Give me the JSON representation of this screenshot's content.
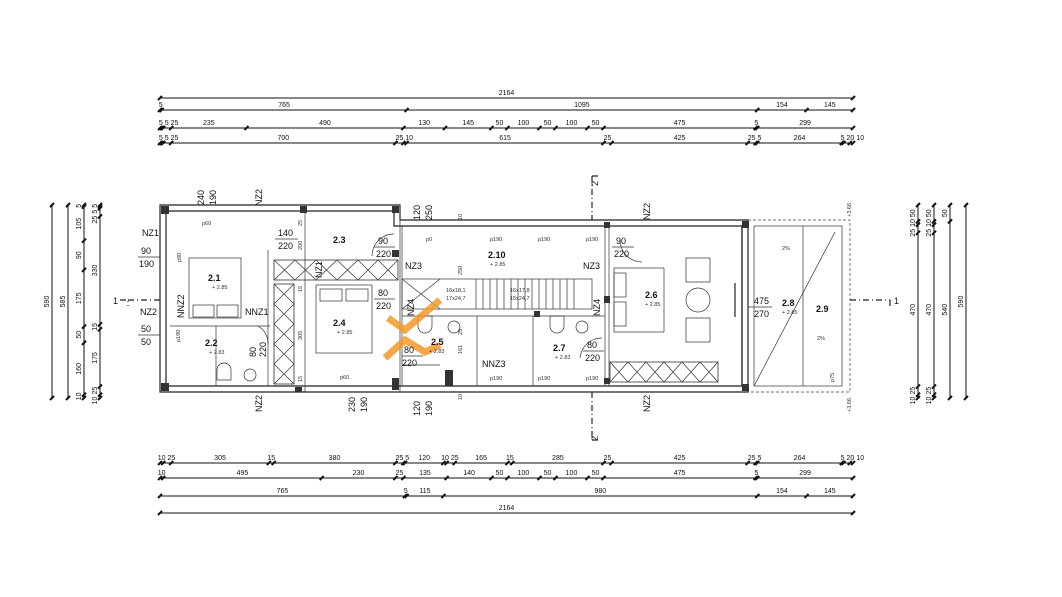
{
  "dimensions": {
    "top": [
      [
        5,
        5,
        25,
        700,
        25,
        10,
        615,
        25,
        425,
        25,
        5,
        264,
        5,
        20,
        10
      ],
      [
        5,
        5,
        25,
        235,
        490,
        130,
        145,
        50,
        100,
        50,
        100,
        50,
        475,
        5,
        299
      ],
      [
        5,
        765,
        1095,
        154,
        145
      ],
      [
        2164
      ]
    ],
    "bottom": [
      [
        10,
        25,
        305,
        15,
        380,
        25,
        5,
        120,
        10,
        25,
        165,
        15,
        285,
        25,
        425,
        25,
        5,
        264,
        5,
        20,
        10
      ],
      [
        10,
        495,
        230,
        25,
        135,
        140,
        50,
        100,
        50,
        100,
        50,
        475,
        5,
        299
      ],
      [
        765,
        5,
        115,
        980,
        154,
        145
      ],
      [
        2164
      ]
    ],
    "left": [
      [
        590
      ],
      [
        585
      ],
      [
        5,
        105,
        90,
        175,
        50,
        160,
        10
      ],
      [
        5,
        5,
        25,
        330,
        15,
        175,
        25,
        10
      ]
    ],
    "right": [
      [
        50,
        10,
        25,
        470,
        25,
        10
      ],
      [
        50,
        10,
        25,
        470,
        25,
        10
      ],
      [
        50,
        540
      ],
      [
        590
      ]
    ]
  },
  "rooms": [
    {
      "id": "2.1",
      "elevation": "+ 2.85"
    },
    {
      "id": "2.2",
      "elevation": "+ 2.83"
    },
    {
      "id": "2.3"
    },
    {
      "id": "2.4",
      "elevation": "+ 2.85"
    },
    {
      "id": "2.5",
      "elevation": "+ 2.83"
    },
    {
      "id": "2.10",
      "elevation": "+ 2.85"
    },
    {
      "id": "2.7",
      "elevation": "+ 2.83"
    },
    {
      "id": "2.6",
      "elevation": "+ 2.85"
    },
    {
      "id": "2.8",
      "elevation": "+ 2.85"
    },
    {
      "id": "2.9"
    }
  ],
  "openings": {
    "d_140_220": [
      "140",
      "220"
    ],
    "d_90_220_a": [
      "90",
      "220"
    ],
    "d_80_220_a": [
      "80",
      "220"
    ],
    "d_80_220_b": [
      "80",
      "220"
    ],
    "d_80_220_c": [
      "80",
      "220"
    ],
    "d_90_220_b": [
      "90",
      "220"
    ],
    "d_80_220_d": [
      "80",
      "220"
    ],
    "w_90_190": [
      "90",
      "190"
    ],
    "w_50_50": [
      "50",
      "50"
    ],
    "w_475_270": [
      "475",
      "270"
    ],
    "w_240_190": [
      "240",
      "190"
    ],
    "w_120_250": [
      "120",
      "250"
    ],
    "w_120_190": [
      "120",
      "190"
    ],
    "w_230_190": [
      "230",
      "190"
    ]
  },
  "tags": {
    "nz1": "NZ1",
    "nz2": "NZ2",
    "nnz2": "NNZ2",
    "nnz1": "NNZ1",
    "nz3": "NZ3",
    "nz4": "NZ4",
    "nnz3": "NNZ3"
  },
  "sill_labels": [
    "p90",
    "p190",
    "p0",
    "p75",
    "p60"
  ],
  "wall_dims": [
    "25",
    "200",
    "15",
    "305",
    "15",
    "10",
    "10",
    "250",
    "25",
    "161"
  ],
  "stairs": {
    "left": [
      "16x18,1",
      "17x24,7"
    ],
    "right": [
      "16x17,8",
      "15x24,7"
    ]
  },
  "slopes": [
    "2%",
    "2%"
  ],
  "sections": {
    "a": "1",
    "b": "2"
  },
  "level_marks": [
    "+3.66",
    "+3.66"
  ]
}
